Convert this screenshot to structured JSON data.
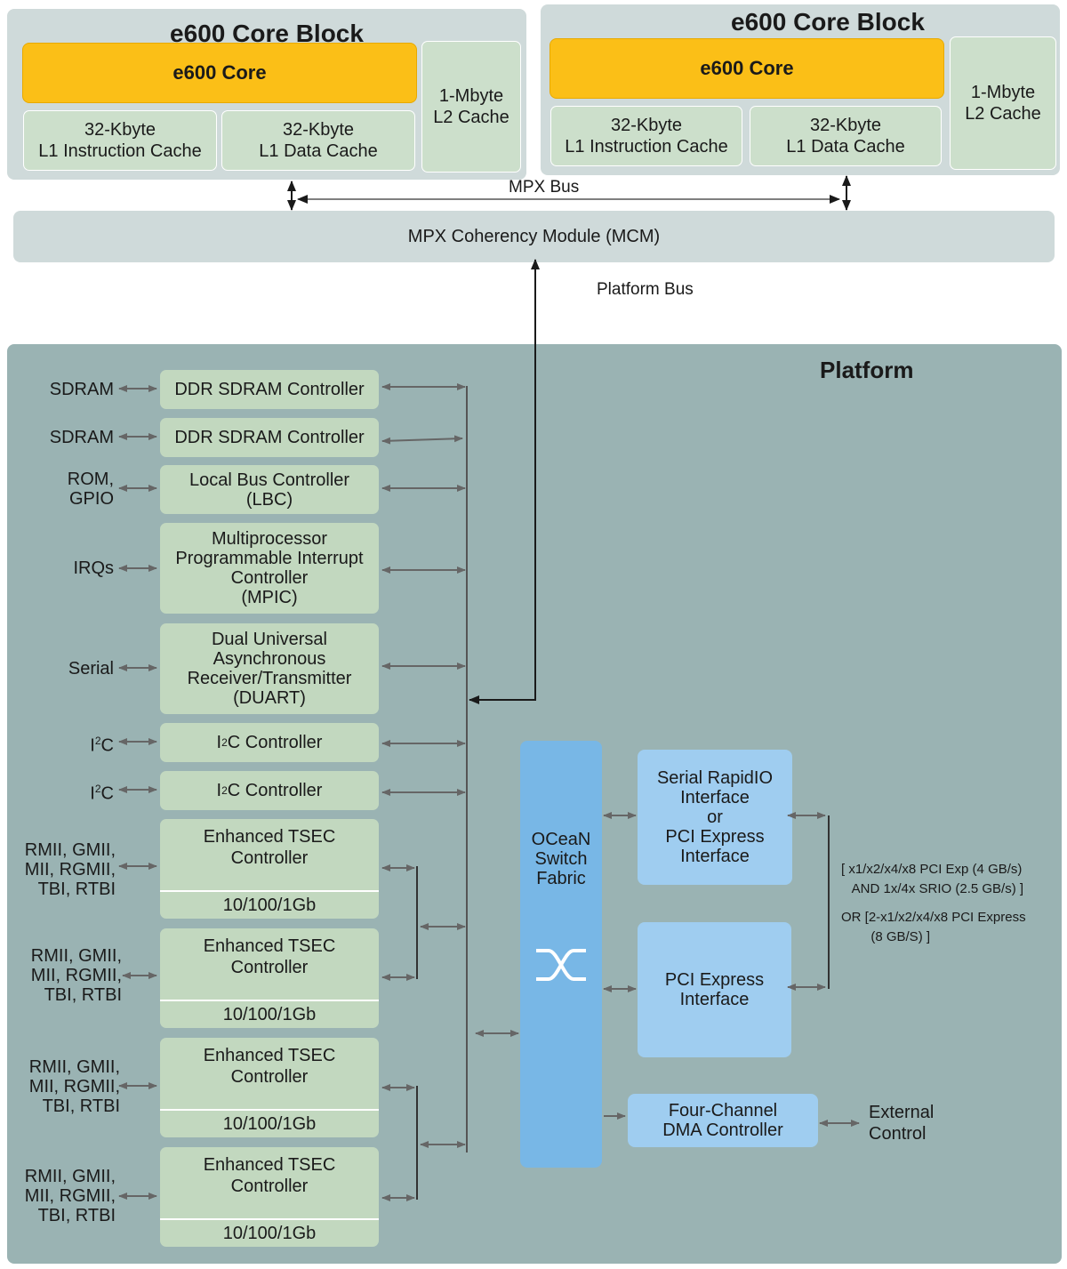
{
  "core_blocks": [
    {
      "title": "e600 Core Block",
      "core": "e600 Core",
      "l1i": "32-Kbyte\nL1 Instruction Cache",
      "l1d": "32-Kbyte\nL1 Data Cache",
      "l2": "1-Mbyte\nL2 Cache"
    },
    {
      "title": "e600 Core Block",
      "core": "e600 Core",
      "l1i": "32-Kbyte\nL1 Instruction Cache",
      "l1d": "32-Kbyte\nL1 Data Cache",
      "l2": "1-Mbyte\nL2 Cache"
    }
  ],
  "mpx_bus": "MPX Bus",
  "mcm": "MPX Coherency Module (MCM)",
  "platform_bus": "Platform Bus",
  "platform_title": "Platform",
  "controllers": [
    {
      "ext": "SDRAM",
      "label": "DDR SDRAM Controller"
    },
    {
      "ext": "SDRAM",
      "label": "DDR SDRAM Controller"
    },
    {
      "ext": "ROM,\nGPIO",
      "label": "Local Bus Controller\n(LBC)"
    },
    {
      "ext": "IRQs",
      "label": "Multiprocessor\nProgrammable Interrupt\nController\n(MPIC)"
    },
    {
      "ext": "Serial",
      "label": "Dual Universal\nAsynchronous\nReceiver/Transmitter\n(DUART)"
    }
  ],
  "i2c": [
    {
      "ext_pre": "I",
      "ext_sup": "2",
      "ext_post": "C",
      "pre": "I",
      "sup": "2",
      "post": "C Controller"
    },
    {
      "ext_pre": "I",
      "ext_sup": "2",
      "ext_post": "C",
      "pre": "I",
      "sup": "2",
      "post": "C Controller"
    }
  ],
  "tsec": [
    {
      "ext": "RMII, GMII,\nMII, RGMII,\nTBI, RTBI",
      "label": "Enhanced TSEC\nController",
      "speed": "10/100/1Gb"
    },
    {
      "ext": "RMII, GMII,\nMII, RGMII,\nTBI, RTBI",
      "label": "Enhanced TSEC\nController",
      "speed": "10/100/1Gb"
    },
    {
      "ext": "RMII, GMII,\nMII, RGMII,\nTBI, RTBI",
      "label": "Enhanced TSEC\nController",
      "speed": "10/100/1Gb"
    },
    {
      "ext": "RMII, GMII,\nMII, RGMII,\nTBI, RTBI",
      "label": "Enhanced TSEC\nController",
      "speed": "10/100/1Gb"
    }
  ],
  "ocean": "OCeaN\nSwitch\nFabric",
  "srio": "Serial RapidIO\nInterface\nor\nPCI Express\nInterface",
  "pcie": "PCI Express\nInterface",
  "dma": "Four-Channel\nDMA Controller",
  "dma_ext": "External\nControl",
  "bus_note_1": "[ x1/x2/x4/x8 PCI Exp (4 GB/s)\n   AND 1x/4x SRIO (2.5 GB/s) ]",
  "bus_note_2": "OR [2-x1/x2/x4/x8 PCI Express\n        (8 GB/S) ]",
  "colors": {
    "core": "#fbbf17",
    "cache": "#ccdfcb",
    "block_bg": "#cfdada",
    "platform_bg": "#9ab3b3",
    "controller": "#c2d8bf",
    "fabric": "#78b7e6",
    "interface": "#9fcdf0",
    "arrow": "#666666"
  }
}
